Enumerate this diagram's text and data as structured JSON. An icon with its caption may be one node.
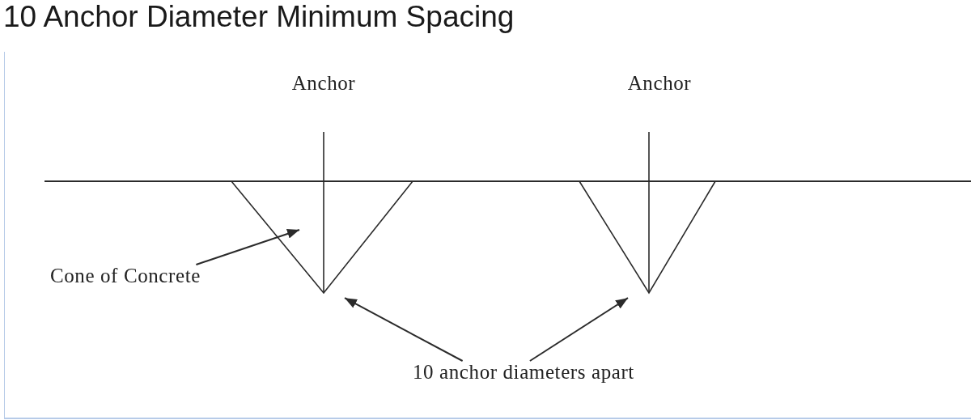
{
  "diagram": {
    "title": "10 Anchor Diameter Minimum Spacing",
    "nodes": [
      {
        "text": [],
        "shape": "triangle"
      },
      {
        "text": [],
        "shape": "triangle"
      },
      {
        "text": [
          "Cone of Concrete"
        ]
      },
      {
        "text": [
          "10 anchor diameters apart"
        ]
      }
    ],
    "edges": [
      {
        "from": 2,
        "to": 0,
        "arrow": "to"
      },
      {
        "from": 3,
        "to": 0,
        "arrow": "to"
      },
      {
        "from": 3,
        "to": 1,
        "arrow": "to"
      }
    ],
    "labels": [
      "Anchor",
      "Anchor"
    ]
  }
}
